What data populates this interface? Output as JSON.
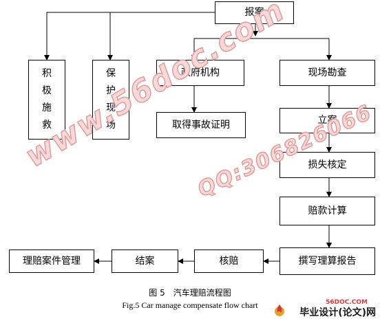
{
  "diagram": {
    "nodes": {
      "report": "报案",
      "active_rescue": [
        "积",
        "极",
        "施",
        "救"
      ],
      "protect_scene": [
        "保",
        "护",
        "现",
        "场"
      ],
      "government": "政府机构",
      "site_survey": "现场勘查",
      "accident_proof": "取得事故证明",
      "filing": "立案",
      "loss_assessment": "损失核定",
      "compensation_calc": "赔款计算",
      "adjustment_report": "撰写理算报告",
      "verification": "核赔",
      "settlement": "结案",
      "case_management": "理赔案件管理"
    },
    "caption_cn": "图 5　汽车理赔流程图",
    "caption_en": "Fig.5   Car manage compensate flow chart"
  },
  "watermarks": {
    "site": "www.56doc.com",
    "qq": "QQ:306826066"
  },
  "logo": {
    "site": "56DOC.COM",
    "text": "毕业设计(论文)网"
  },
  "colors": {
    "line": "#000000",
    "watermark_fill": "#f6dada",
    "watermark_stroke": "#e59a9a"
  }
}
